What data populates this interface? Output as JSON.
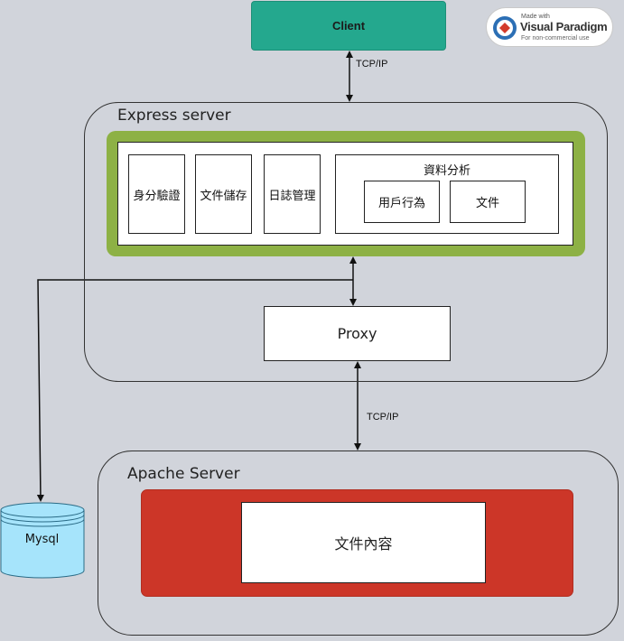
{
  "client": {
    "label": "Client"
  },
  "badge": {
    "made_with": "Made with",
    "brand": "Visual Paradigm",
    "note": "For non-commercial use"
  },
  "express_server": {
    "title": "Express server",
    "modules": [
      "身分驗證",
      "文件儲存",
      "日誌管理"
    ],
    "analysis": {
      "title": "資料分析",
      "items": [
        "用戶行為",
        "文件"
      ]
    },
    "proxy": "Proxy"
  },
  "apache_server": {
    "title": "Apache Server",
    "content": "文件內容"
  },
  "database": {
    "label": "Mysql"
  },
  "connections": {
    "client_express": "TCP/IP",
    "proxy_apache": "TCP/IP"
  },
  "colors": {
    "client": "#24a88e",
    "modules_frame": "#8db145",
    "apache_frame": "#cc3628",
    "database": "#a6e4fb",
    "background": "#d1d4db"
  }
}
